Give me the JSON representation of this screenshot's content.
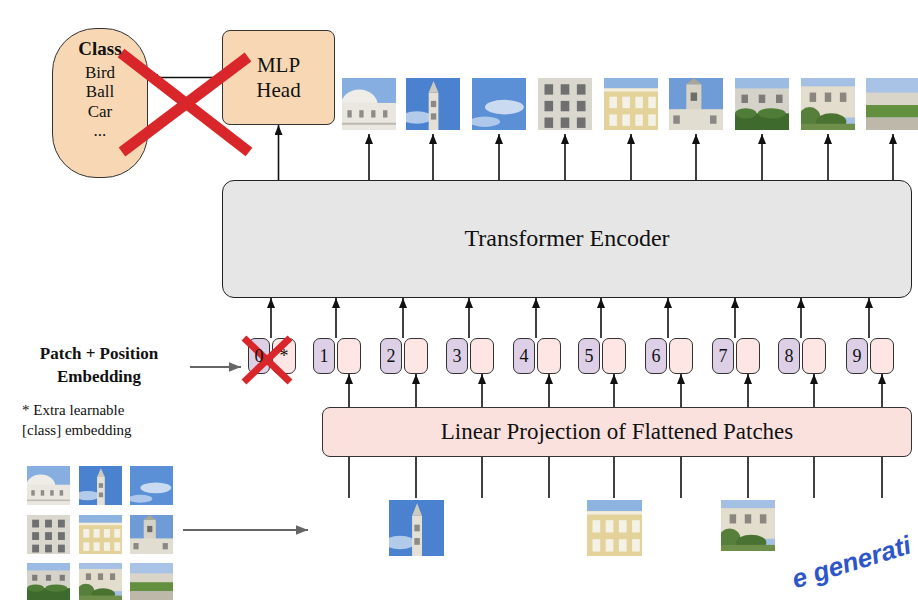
{
  "diagram": {
    "nodes": [
      {
        "text": [
          "Class",
          "Bird Ball Car ..."
        ]
      },
      {
        "text": [
          "MLP Head"
        ]
      },
      {
        "text": [
          "Transformer Encoder"
        ]
      },
      {
        "text": [
          "0",
          "*"
        ]
      },
      {
        "text": [
          "1"
        ]
      },
      {
        "text": [
          "2"
        ]
      },
      {
        "text": [
          "3"
        ]
      },
      {
        "text": [
          "4"
        ]
      },
      {
        "text": [
          "5"
        ]
      },
      {
        "text": [
          "6"
        ]
      },
      {
        "text": [
          "7"
        ]
      },
      {
        "text": [
          "8"
        ]
      },
      {
        "text": [
          "9"
        ]
      },
      {
        "text": [
          "Linear Projection of Flattened Patches"
        ]
      }
    ],
    "edges": [
      {
        "from": 1,
        "to": 0,
        "arrow": "to"
      },
      {
        "from": 2,
        "to": 1,
        "arrow": "to"
      },
      {
        "from": 3,
        "to": 2,
        "arrow": "to"
      },
      {
        "from": 4,
        "to": 2,
        "arrow": "to"
      },
      {
        "from": 5,
        "to": 2,
        "arrow": "to"
      },
      {
        "from": 6,
        "to": 2,
        "arrow": "to"
      },
      {
        "from": 7,
        "to": 2,
        "arrow": "to"
      },
      {
        "from": 8,
        "to": 2,
        "arrow": "to"
      },
      {
        "from": 9,
        "to": 2,
        "arrow": "to"
      },
      {
        "from": 10,
        "to": 2,
        "arrow": "to"
      },
      {
        "from": 11,
        "to": 2,
        "arrow": "to"
      },
      {
        "from": 12,
        "to": 2,
        "arrow": "to"
      },
      {
        "from": 13,
        "to": 4,
        "arrow": "to"
      },
      {
        "from": 13,
        "to": 5,
        "arrow": "to"
      },
      {
        "from": 13,
        "to": 6,
        "arrow": "to"
      },
      {
        "from": 13,
        "to": 7,
        "arrow": "to"
      },
      {
        "from": 13,
        "to": 8,
        "arrow": "to"
      },
      {
        "from": 13,
        "to": 9,
        "arrow": "to"
      },
      {
        "from": 13,
        "to": 10,
        "arrow": "to"
      },
      {
        "from": 13,
        "to": 11,
        "arrow": "to"
      },
      {
        "from": 13,
        "to": 12,
        "arrow": "to"
      }
    ],
    "labels": [
      "Patch + Position Embedding",
      "* Extra learnable [class] embedding",
      "e generati"
    ]
  }
}
